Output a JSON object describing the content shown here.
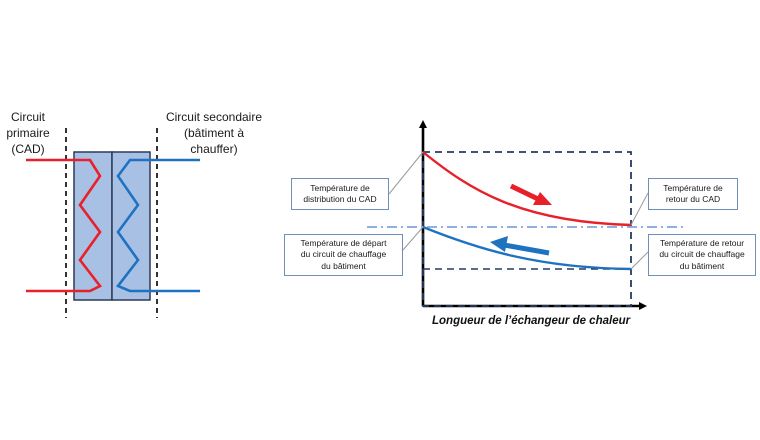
{
  "left_diagram": {
    "primary_label": "Circuit\nprimaire\n(CAD)",
    "secondary_label": "Circuit secondaire\n(bâtiment à\nchauffer)"
  },
  "right_diagram": {
    "x_axis_title": "Longueur de l’échangeur de chaleur",
    "callouts": {
      "supply_temp": "Température de\ndistribution du CAD",
      "return_temp": "Température de\nretour du CAD",
      "building_start": "Température de départ\ndu circuit de chauffage\ndu bâtiment",
      "building_return": "Température de retour\ndu circuit de chauffage\ndu bâtiment"
    }
  },
  "colors": {
    "primary": "#e8202a",
    "secondary": "#1f72c0",
    "exchanger_fill": "#a8c0e4",
    "exchanger_border": "#2d3a57",
    "dash_box": "#243b63",
    "midline": "#8fb0e0",
    "box_border": "#6f8fb6"
  }
}
